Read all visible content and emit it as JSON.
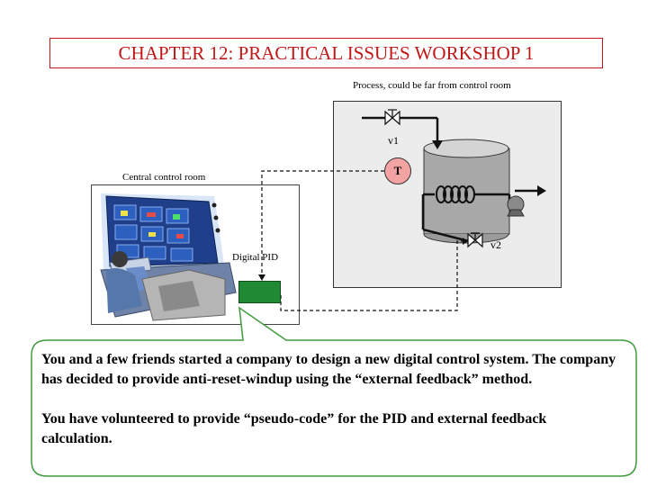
{
  "title": "CHAPTER 12:  PRACTICAL ISSUES WORKSHOP 1",
  "diagram": {
    "process_label": "Process, could be far from control room",
    "central_label": "Central control room",
    "v1_label": "v1",
    "v2_label": "v2",
    "temperature_label": "T",
    "pid_label": "Digital PID"
  },
  "callout": {
    "paragraph1": "You and a few friends started a company to design a new digital control system. The company has decided to provide anti-reset-windup using the “external feedback” method.",
    "paragraph2": "You have volunteered to provide “pseudo-code” for the PID and external feedback calculation."
  },
  "colors": {
    "title": "#c01818",
    "pid_block": "#1f8a32",
    "sensor": "#f4a3a3",
    "callout_border": "#3f9a3f"
  }
}
